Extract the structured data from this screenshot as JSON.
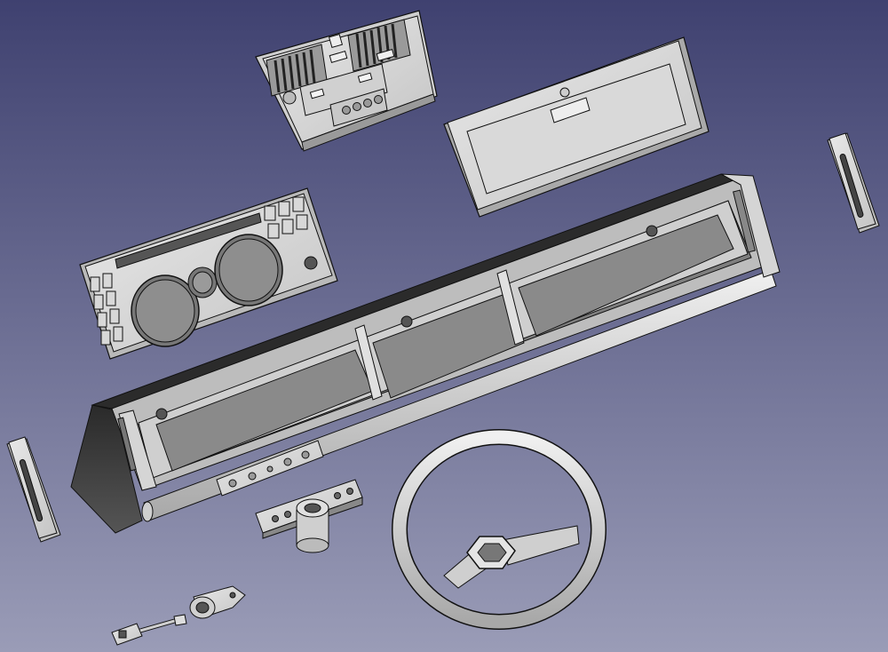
{
  "viewer": {
    "background_top": "#3f4170",
    "background_bottom": "#9a9cb7",
    "part_fill": "#dcdcdc",
    "part_shadow": "#8c8c8c",
    "edge_color": "#1a1a1a",
    "parts": [
      "dashboard-main-frame",
      "instrument-cluster-panel",
      "center-console-panel",
      "glovebox-lid",
      "side-vent-right",
      "side-vent-left",
      "switch-bracket",
      "column-mount",
      "steering-wheel",
      "ignition-ring",
      "stalk-switch"
    ]
  }
}
